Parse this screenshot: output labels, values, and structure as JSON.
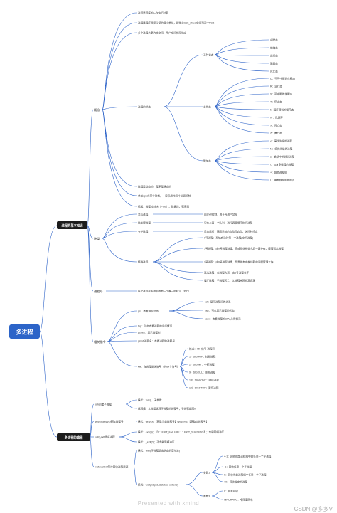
{
  "root": "多进程",
  "sections": {
    "basics": "进程的基本知识",
    "programming": "多进程的编程"
  },
  "basics": {
    "overview": {
      "label": "概念",
      "items": [
        "进程是程序的一次执行过程",
        "进程是程序资源分配的最小单位，即独立task_struct空间列表中PCB",
        "多个进程共享内核空间，用户空间相互独立"
      ],
      "state": {
        "label": "进程的状态",
        "five": {
          "label": "五种状态",
          "items": [
            "创建态",
            "就绪态",
            "运行态",
            "阻塞态",
            "死亡态"
          ]
        },
        "main": {
          "label": "主状态",
          "items": [
            "D：不可中断的休眠态",
            "R：运行态",
            "S：可中断的休眠态",
            "T：停止态",
            "t：程序调试的暂停态",
            "W：已废弃",
            "X：死亡态",
            "Z：僵尸态"
          ]
        },
        "extra": {
          "label": "附加态",
          "items": [
            "<：高优先级的进程",
            "N：低优先级的进程",
            "s：会话中的领头进程",
            "l：包含多线程的进程",
            "+：前台进程组",
            "L：拥有锁在内存的页"
          ]
        }
      },
      "more": [
        "进程是动态的，程序是静态的",
        "单核cpu在某个时刻，一般采用时间片论调机制",
        "组成：进程控制块（PCB）、数据段、程序段"
      ]
    },
    "types": {
      "label": "种类",
      "items": [
        {
          "label": "交互进程",
          "desc": "由shell控制，用于与用户交互"
        },
        {
          "label": "批处理进程",
          "desc": "它在上面一个队列，进行调度顺序执行进程"
        },
        {
          "label": "守护进程",
          "desc": "后台运行，随着系统的启动而启动，关闭时终止"
        }
      ],
      "special": {
        "label": "特殊进程",
        "items": [
          "0号进程：系统启动时第一个进程(空闲进程)",
          "1号进程：由0号进程创建，完成系统初始化后一直存在，接管孤儿进程",
          "2号进程：由0号进程创建，负责所有内核线程的调度管理工作",
          "孤儿进程：父进程先死，由1号进程收养",
          "僵尸进程：子进程死亡，父进程未回收其资源"
        ]
      }
    },
    "pid": {
      "label": "进程号",
      "desc": "每个进程在系统中都有一个唯一的标识（PID）"
    },
    "cmds": {
      "label": "相关指令",
      "ps": {
        "label": "ps：查看进程状态",
        "items": [
          "-ef：显示进程间的关系",
          "-ajx：可以显示进程的状态",
          "-aux：查看进程的CPU占用情况"
        ]
      },
      "others": [
        "top：动态查看进程的运行情况",
        "pstree：显示进程树",
        "pidof 进程名：查看进程的进程号"
      ],
      "kill": {
        "label": "kill：向进程发送信号（共64个信号）",
        "items": [
          "格式：kill -信号 进程号",
          "1）SIGHUP：挂断进程",
          "2）SIGINT：中断进程",
          "9）SIGKILL：杀死进程",
          "18）SIGCONT：继续进程",
          "19）SIGSTOP：暂停进程"
        ]
      }
    }
  },
  "programming": {
    "fork": {
      "label": "fork创建子进程",
      "items": [
        "格式：fork()，无参数",
        "返回值：父进程返回子进程的进程号，子进程返回0"
      ]
    },
    "getpid": {
      "label": "getpid/getppid获取进程号",
      "items": [
        "格式：getpid()【获取当前进程号】/getppid()【获取父进程号】"
      ]
    },
    "exit": {
      "label": "exit/_exit退出进程",
      "items": [
        "格式：exit(0)；【0：EXIT_FAILURE 1：EXIT_SUCCESS】；会刷新缓冲区",
        "格式：_exit(0)；不会刷新缓冲区"
      ]
    },
    "wait": {
      "label": "wait/waitpid等待回收进程资源",
      "items": [
        "格式：wait(子进程退出状态的首地址)"
      ],
      "waitpid": "格式：waitpid(pid, &status, options)",
      "pidv": {
        "label": "参数1",
        "items": [
          "<-1：回收指定进程组中的任意一个子进程",
          "-1：回收任意一个子进程",
          "0：回收当前进程组中任意一个子进程",
          ">0：回收指定的进程"
        ]
      },
      "opts": {
        "label": "参数3",
        "items": [
          "0：阻塞回收",
          "WNOHANG：非阻塞回收"
        ]
      }
    }
  },
  "watermark": "Presented with xmind",
  "credit": "CSDN @多多V",
  "colors": {
    "line": "#2d63c8",
    "root_fill": "#2c64c8",
    "section_fill": "#1c1c1c"
  }
}
